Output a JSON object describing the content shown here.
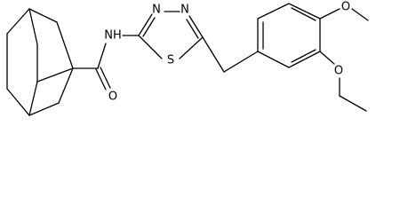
{
  "structure": {
    "atoms": {
      "amide_nh": "NH",
      "carbonyl_o": "O",
      "thiadiazole_n3": "N",
      "thiadiazole_n4": "N",
      "thiadiazole_s": "S",
      "methoxy_o_top": "O",
      "methoxy_o_bottom": "O"
    }
  },
  "colors": {
    "bond": "#000000",
    "label": "#000000",
    "background": "#ffffff"
  }
}
